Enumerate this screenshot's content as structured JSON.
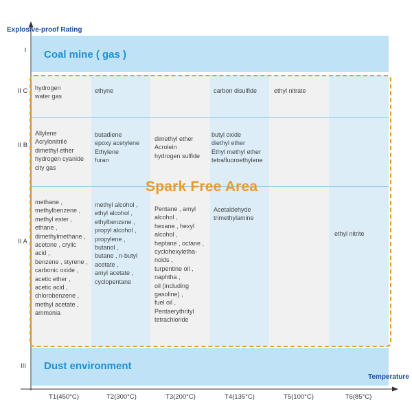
{
  "axis": {
    "y_title": "Explosive-proof Rating",
    "x_title": "Temperature"
  },
  "ratings": [
    "I",
    "II C",
    "II B",
    "II A",
    "III"
  ],
  "temperature_classes": [
    "T1(450°C)",
    "T2(300°C)",
    "T3(200°C)",
    "T4(135°C)",
    "T5(100°C)",
    "T6(85°C)"
  ],
  "bands": {
    "coal_mine": "Coal mine ( gas )",
    "dust": "Dust environment"
  },
  "spark_free_label": "Spark Free Area",
  "colors": {
    "band_blue": "#bfe2f6",
    "band_text": "#1e90cf",
    "spark_orange": "#e89b2c",
    "axis_title": "#1a4f9c"
  },
  "cells": {
    "IIC": [
      [
        "hydrogen",
        "water gas"
      ],
      [
        "ethyne"
      ],
      [],
      [
        "carbon disulfide"
      ],
      [
        "ethyl nitrate"
      ],
      []
    ],
    "IIB": [
      [
        "Allylene",
        "Acrylonitrile",
        "dimethyl ether",
        "hydrogen cyanide",
        "city gas"
      ],
      [
        "butadiene",
        "epoxy acetylene",
        "Ethylene",
        "furan"
      ],
      [
        "dimethyl ether",
        "Acrolein",
        "hydrogen sulfide"
      ],
      [
        "butyl oxide",
        "diethyl ether",
        "Ethyl methyl ether",
        "tetrafluoroethylene"
      ],
      [],
      []
    ],
    "IIA": [
      [
        "methane ,",
        "methylbenzene ,",
        "methyl ester ,",
        "ethane ,",
        "dimethylmethane ,",
        "acetone , crylic",
        "acid ,",
        "benzene , styrene ,",
        "carbonic oxide ,",
        "acetic ether ,",
        "acetic acid ,",
        "chlorobenzene ,",
        "methyl acetate ,",
        "ammonia"
      ],
      [
        "methyl alcohol ,",
        "ethyl alcohol ,",
        "ethylbenzene ,",
        "propyl alcohol ,",
        "propylene ,",
        "butanol ,",
        "butane , n-butyl",
        "acetate ,",
        "amyl acetate ,",
        "cyclopentane"
      ],
      [
        "Pentane , amyl",
        "alcohol ,",
        "hexane , hexyl",
        "alcohol ,",
        "heptane , octane ,",
        "cyclohexyletha-",
        "noids ,",
        "turpentine oil ,",
        "naphtha ,",
        "oil (including",
        "gasoline) ,",
        "fuel oil ,",
        "Pentaerythrityl",
        "tetrachloride"
      ],
      [
        "Acetaldehyde",
        "trimethylamine"
      ],
      [],
      [
        "ethyl nitrite"
      ]
    ]
  }
}
